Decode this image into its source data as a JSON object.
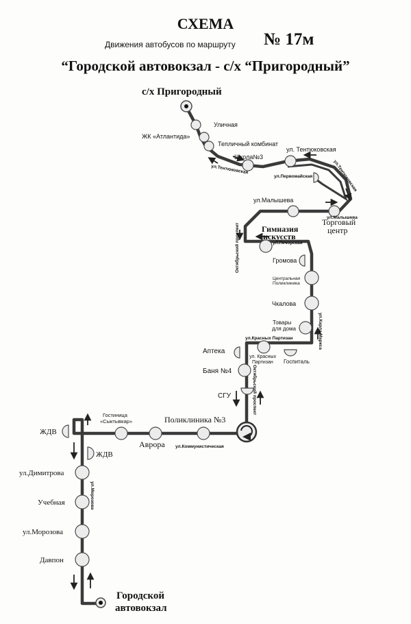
{
  "header": {
    "title": "СХЕМА",
    "subtitle": "Движения автобусов по маршруту",
    "route_number": "№ 17м",
    "route_name": "“Городской автовокзал - с/х “Пригородный”"
  },
  "terminals": {
    "start": "с/х Пригородный",
    "end_line1": "Городской",
    "end_line2": "автовокзал"
  },
  "stops": {
    "ulichnaya": "Уличная",
    "atlantida": "ЖК «Атлантида»",
    "teplichny": "Тепличный комбинат",
    "shkola3": "Школа№3",
    "tentyukovskaya": "ул. Тентюковская",
    "malysheva": "ул.Малышева",
    "torgovy_1": "Торговый",
    "torgovy_2": "центр",
    "gimnaziya_1": "Гимназия",
    "gimnaziya_2": "искусств",
    "gromova": "Громова",
    "poliklinika_central_1": "Центральная",
    "poliklinika_central_2": "Поликлиника",
    "chkalova": "Чкалова",
    "tovary_1": "Товары",
    "tovary_2": "для дома",
    "apteka": "Аптека",
    "krasnyh_1": "ул. Красных",
    "krasnyh_2": "Партизан",
    "gospital": "Госпиталь",
    "banya4": "Баня №4",
    "sgu": "СГУ",
    "poliklinika3": "Поликлиника №3",
    "avrora": "Аврора",
    "gostinica_1": "Гостиница",
    "gostinica_2": "«Сыктывкар»",
    "zhdv_left": "ЖДВ",
    "zhdv_right": "ЖДВ",
    "dimitrova": "ул.Димитрова",
    "uchebnaya": "Учебная",
    "morozova_stop": "ул.Морозова",
    "davpon": "Давпон"
  },
  "streets": {
    "tentyukovskaya_low": "ул.Тентюковская",
    "pervomayskaya": "ул.Первомайская",
    "tentyukovskaya_diag": "ул.Тентюковская",
    "malysheva": "ул.Малышева",
    "oktyabrsky_top": "Октябрьский проспект",
    "pechorskaya": "ул.Печорская",
    "karla_marksa": "ул.Карла Маркса",
    "krasnyh_partizan": "ул.Красных Партизан",
    "oktyabrsky_mid": "Октябрьский проспект",
    "kommunisticheskaya": "ул.Коммунистическая",
    "morozova": "ул.Морозова"
  },
  "colors": {
    "route": "#3a3a3a",
    "stop_fill": "#ececec",
    "stop_stroke": "#4a4a4a",
    "paper": "#fdfdfc"
  },
  "icons": [
    "arrow-icon",
    "turnaround-icon",
    "terminal-icon"
  ]
}
